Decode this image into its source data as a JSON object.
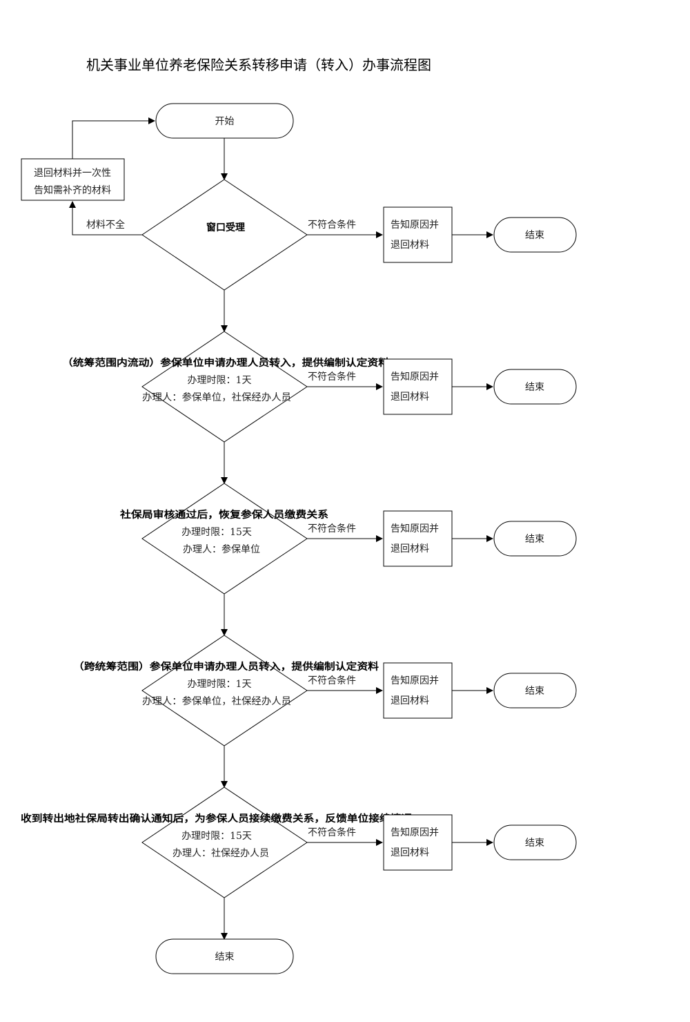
{
  "title": "机关事业单位养老保险关系转移申请（转入）办事流程图",
  "start_label": "开始",
  "final_end_label": "结束",
  "return_box": {
    "line1": "退回材料并一次性",
    "line2": "告知需补齐的材料",
    "edge_label": "材料不全"
  },
  "steps": [
    {
      "main": "窗口受理",
      "time": "",
      "handler": "",
      "reject_edge": "不符合条件",
      "reject_line1": "告知原因并",
      "reject_line2": "退回材料",
      "end_label": "结束"
    },
    {
      "main": "（统筹范围内流动）参保单位申请办理人员转入，提供编制认定资料",
      "time": "办理时限：1天",
      "handler": "办理人：参保单位，社保经办人员",
      "reject_edge": "不符合条件",
      "reject_line1": "告知原因并",
      "reject_line2": "退回材料",
      "end_label": "结束"
    },
    {
      "main": "社保局审核通过后，恢复参保人员缴费关系",
      "time": "办理时限：15天",
      "handler": "办理人：参保单位",
      "reject_edge": "不符合条件",
      "reject_line1": "告知原因并",
      "reject_line2": "退回材料",
      "end_label": "结束"
    },
    {
      "main": "（跨统筹范围）参保单位申请办理人员转入，提供编制认定资料",
      "time": "办理时限：1天",
      "handler": "办理人：参保单位，社保经办人员",
      "reject_edge": "不符合条件",
      "reject_line1": "告知原因并",
      "reject_line2": "退回材料",
      "end_label": "结束"
    },
    {
      "main": "收到转出地社保局转出确认通知后，为参保人员接续缴费关系，反馈单位接续情况，",
      "time": "办理时限：15天",
      "handler": "办理人：社保经办人员",
      "reject_edge": "不符合条件",
      "reject_line1": "告知原因并",
      "reject_line2": "退回材料",
      "end_label": "结束"
    }
  ]
}
